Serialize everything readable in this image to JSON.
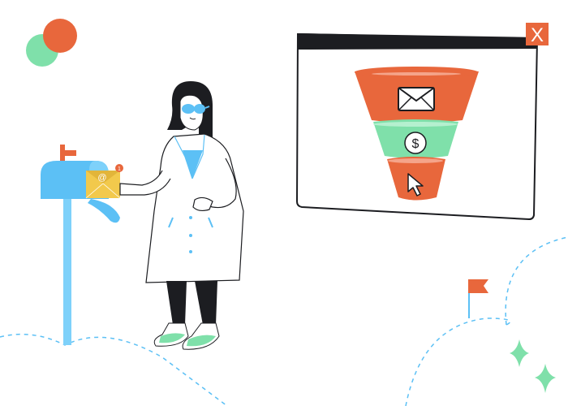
{
  "illustration": {
    "description": "Email marketing funnel illustration",
    "popup_window": {
      "close_label": "X",
      "funnel_stages": [
        {
          "icon": "envelope-icon",
          "color": "#E8673C"
        },
        {
          "icon": "dollar-icon",
          "label": "$",
          "color": "#7FE0AA"
        },
        {
          "icon": "cursor-icon",
          "color": "#E8673C"
        }
      ]
    },
    "mailbox": {
      "envelope_symbol": "@",
      "notification_count": "1"
    },
    "colors": {
      "orange": "#E8673C",
      "green": "#7FE0AA",
      "blue": "#5CC0F5",
      "yellow": "#F2C94C",
      "dark": "#1C1D21"
    }
  }
}
